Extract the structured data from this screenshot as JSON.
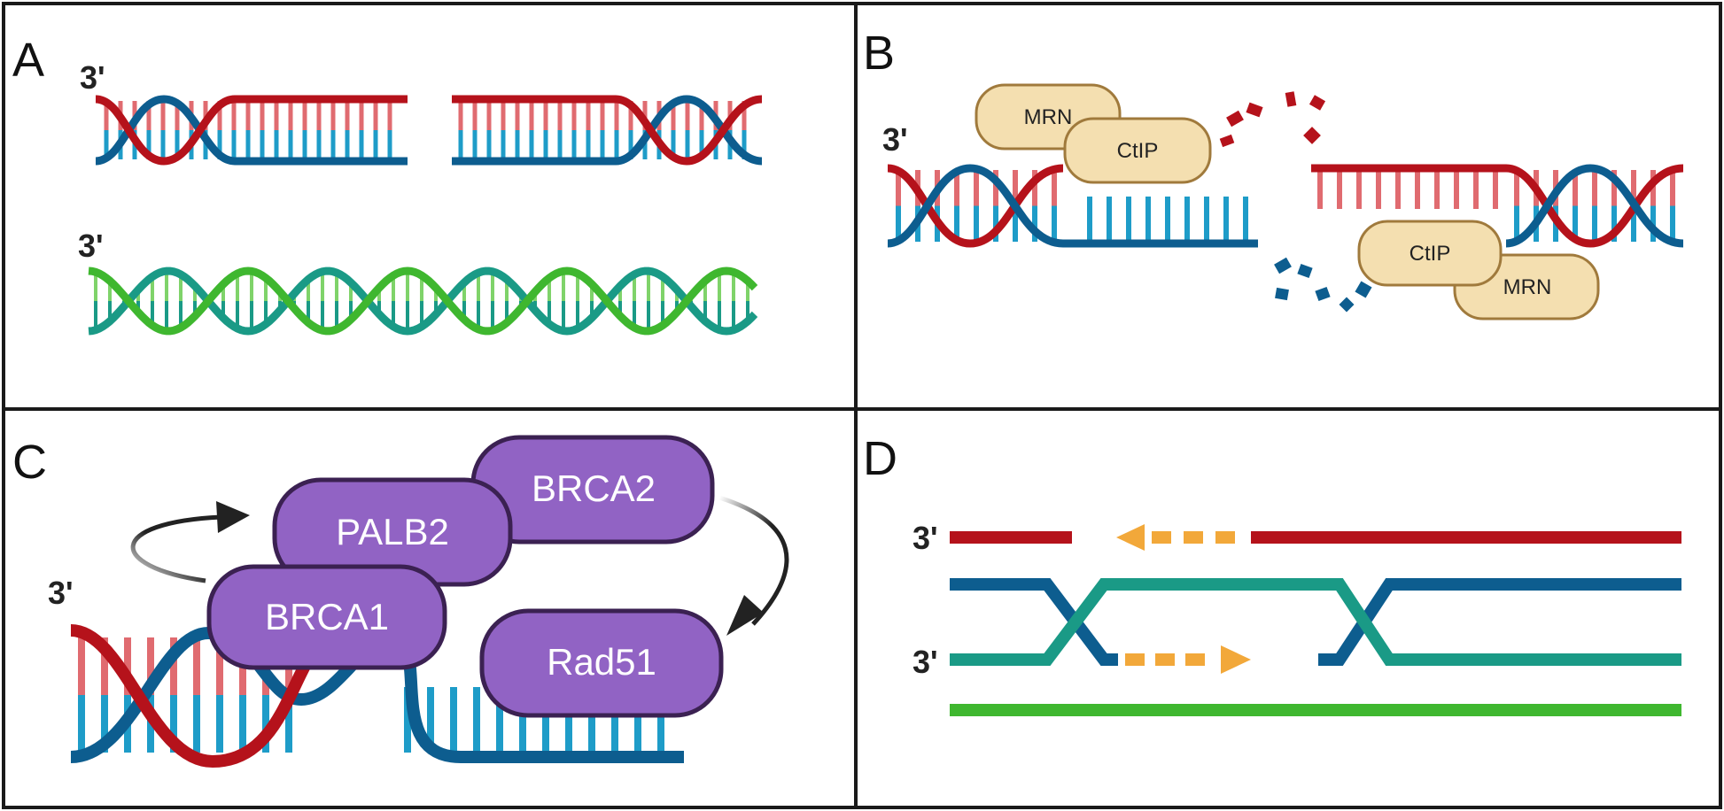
{
  "panels": {
    "a": {
      "letter": "A",
      "end_label_top": "3'",
      "end_label_bottom": "3'"
    },
    "b": {
      "letter": "B",
      "end_label": "3'",
      "complex_left": {
        "mrn": "MRN",
        "ctip": "CtIP"
      },
      "complex_right": {
        "mrn": "MRN",
        "ctip": "CtIP"
      }
    },
    "c": {
      "letter": "C",
      "end_label": "3'",
      "proteins": {
        "brca2": "BRCA2",
        "palb2": "PALB2",
        "brca1": "BRCA1",
        "rad51": "Rad51"
      }
    },
    "d": {
      "letter": "D",
      "end_label_top": "3'",
      "end_label_bottom": "3'"
    }
  },
  "colors": {
    "red_strand": "#b5121b",
    "red_base": "#e06b70",
    "blue_strand": "#0d5d8f",
    "blue_base": "#1e9cc8",
    "teal_strand": "#1a9a86",
    "green_strand": "#3fb72f",
    "green_base": "#7fd36a",
    "protein_small_fill": "#f4dfb0",
    "protein_small_stroke": "#a07a3c",
    "protein_big_fill": "#9163c4",
    "protein_big_stroke": "#3b2152",
    "arrow_dashed": "#f2a83a",
    "panel_border": "#1a1a1a"
  },
  "icons": [
    "curved-arrow-icon",
    "dashed-arrow-icon"
  ]
}
